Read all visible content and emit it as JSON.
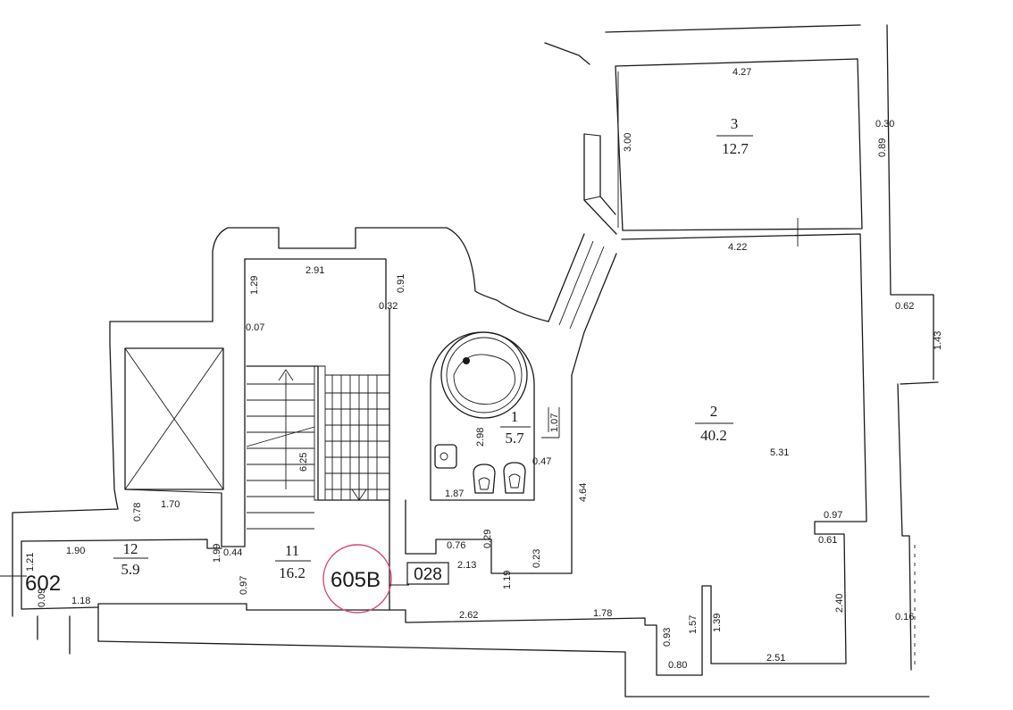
{
  "colors": {
    "line": "#1a1a1a",
    "marker": "#d9477a",
    "background": "#ffffff"
  },
  "rooms": [
    {
      "number": "3",
      "area": "12.7"
    },
    {
      "number": "2",
      "area": "40.2"
    },
    {
      "number": "1",
      "area": "5.7"
    },
    {
      "number": "11",
      "area": "16.2"
    },
    {
      "number": "12",
      "area": "5.9"
    }
  ],
  "codes": {
    "left": "602",
    "circled": "605B",
    "boxed": "028"
  },
  "dimensions": {
    "d_4_27": "4.27",
    "d_3_00": "3.00",
    "d_0_30": "0.30",
    "d_0_89": "0.89",
    "d_4_22": "4.22",
    "d_0_62": "0.62",
    "d_1_43": "1.43",
    "d_2_91": "2.91",
    "d_1_29": "1.29",
    "d_0_91": "0.91",
    "d_0_32": "0.32",
    "d_0_07": "0.07",
    "d_5_31": "5.31",
    "d_2_98": "2.98",
    "d_1_07": "1.07",
    "d_0_47": "0.47",
    "d_1_87": "1.87",
    "d_4_64": "4.64",
    "d_6_25": "6.25",
    "d_1_70": "1.70",
    "d_0_78": "0.78",
    "d_1_90": "1.90",
    "d_1_99": "1.99",
    "d_0_44": "0.44",
    "d_0_97a": "0.97",
    "d_0_76": "0.76",
    "d_0_29": "0.29",
    "d_0_23": "0.23",
    "d_2_13": "2.13",
    "d_1_19": "1.19",
    "d_0_97b": "0.97",
    "d_0_61": "0.61",
    "d_2_40": "2.40",
    "d_1_21": "1.21",
    "d_0_09": "0.09",
    "d_1_18": "1.18",
    "d_2_62": "2.62",
    "d_1_78": "1.78",
    "d_0_93": "0.93",
    "d_1_57": "1.57",
    "d_1_39": "1.39",
    "d_0_80": "0.80",
    "d_2_51": "2.51",
    "d_0_16": "0.16"
  }
}
